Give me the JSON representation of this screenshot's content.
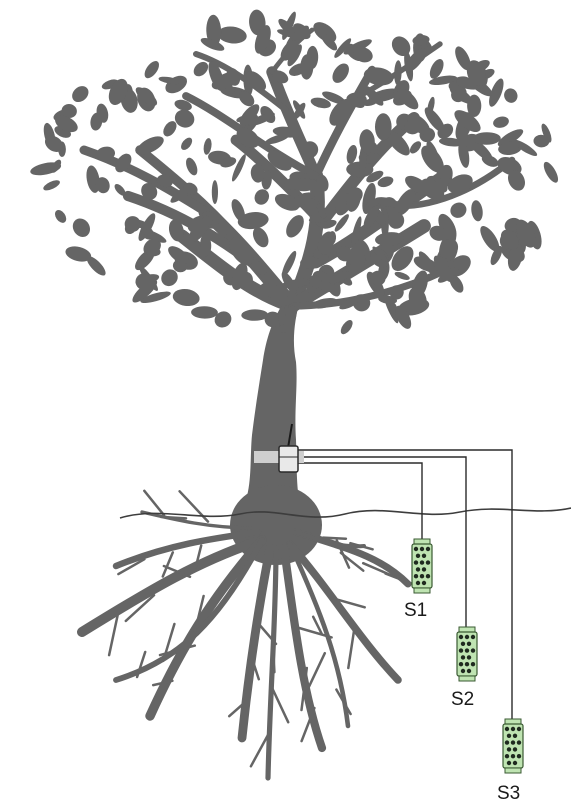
{
  "figure": {
    "colors": {
      "tree": "#656565",
      "wire": "#2b2b2b",
      "ground": "#3d3d3d",
      "sensor_fill": "#bfe4b2",
      "sensor_stroke": "#3a5a32",
      "sensor_dots": "#1f2a1f",
      "collar": "#cfcfcf",
      "logger": "#e9e9e9"
    },
    "icons": [
      "tree-icon",
      "data-logger-icon",
      "antenna-icon",
      "soil-sensor-icon"
    ],
    "sensors": [
      {
        "label": "S1"
      },
      {
        "label": "S2"
      },
      {
        "label": "S3"
      }
    ]
  }
}
